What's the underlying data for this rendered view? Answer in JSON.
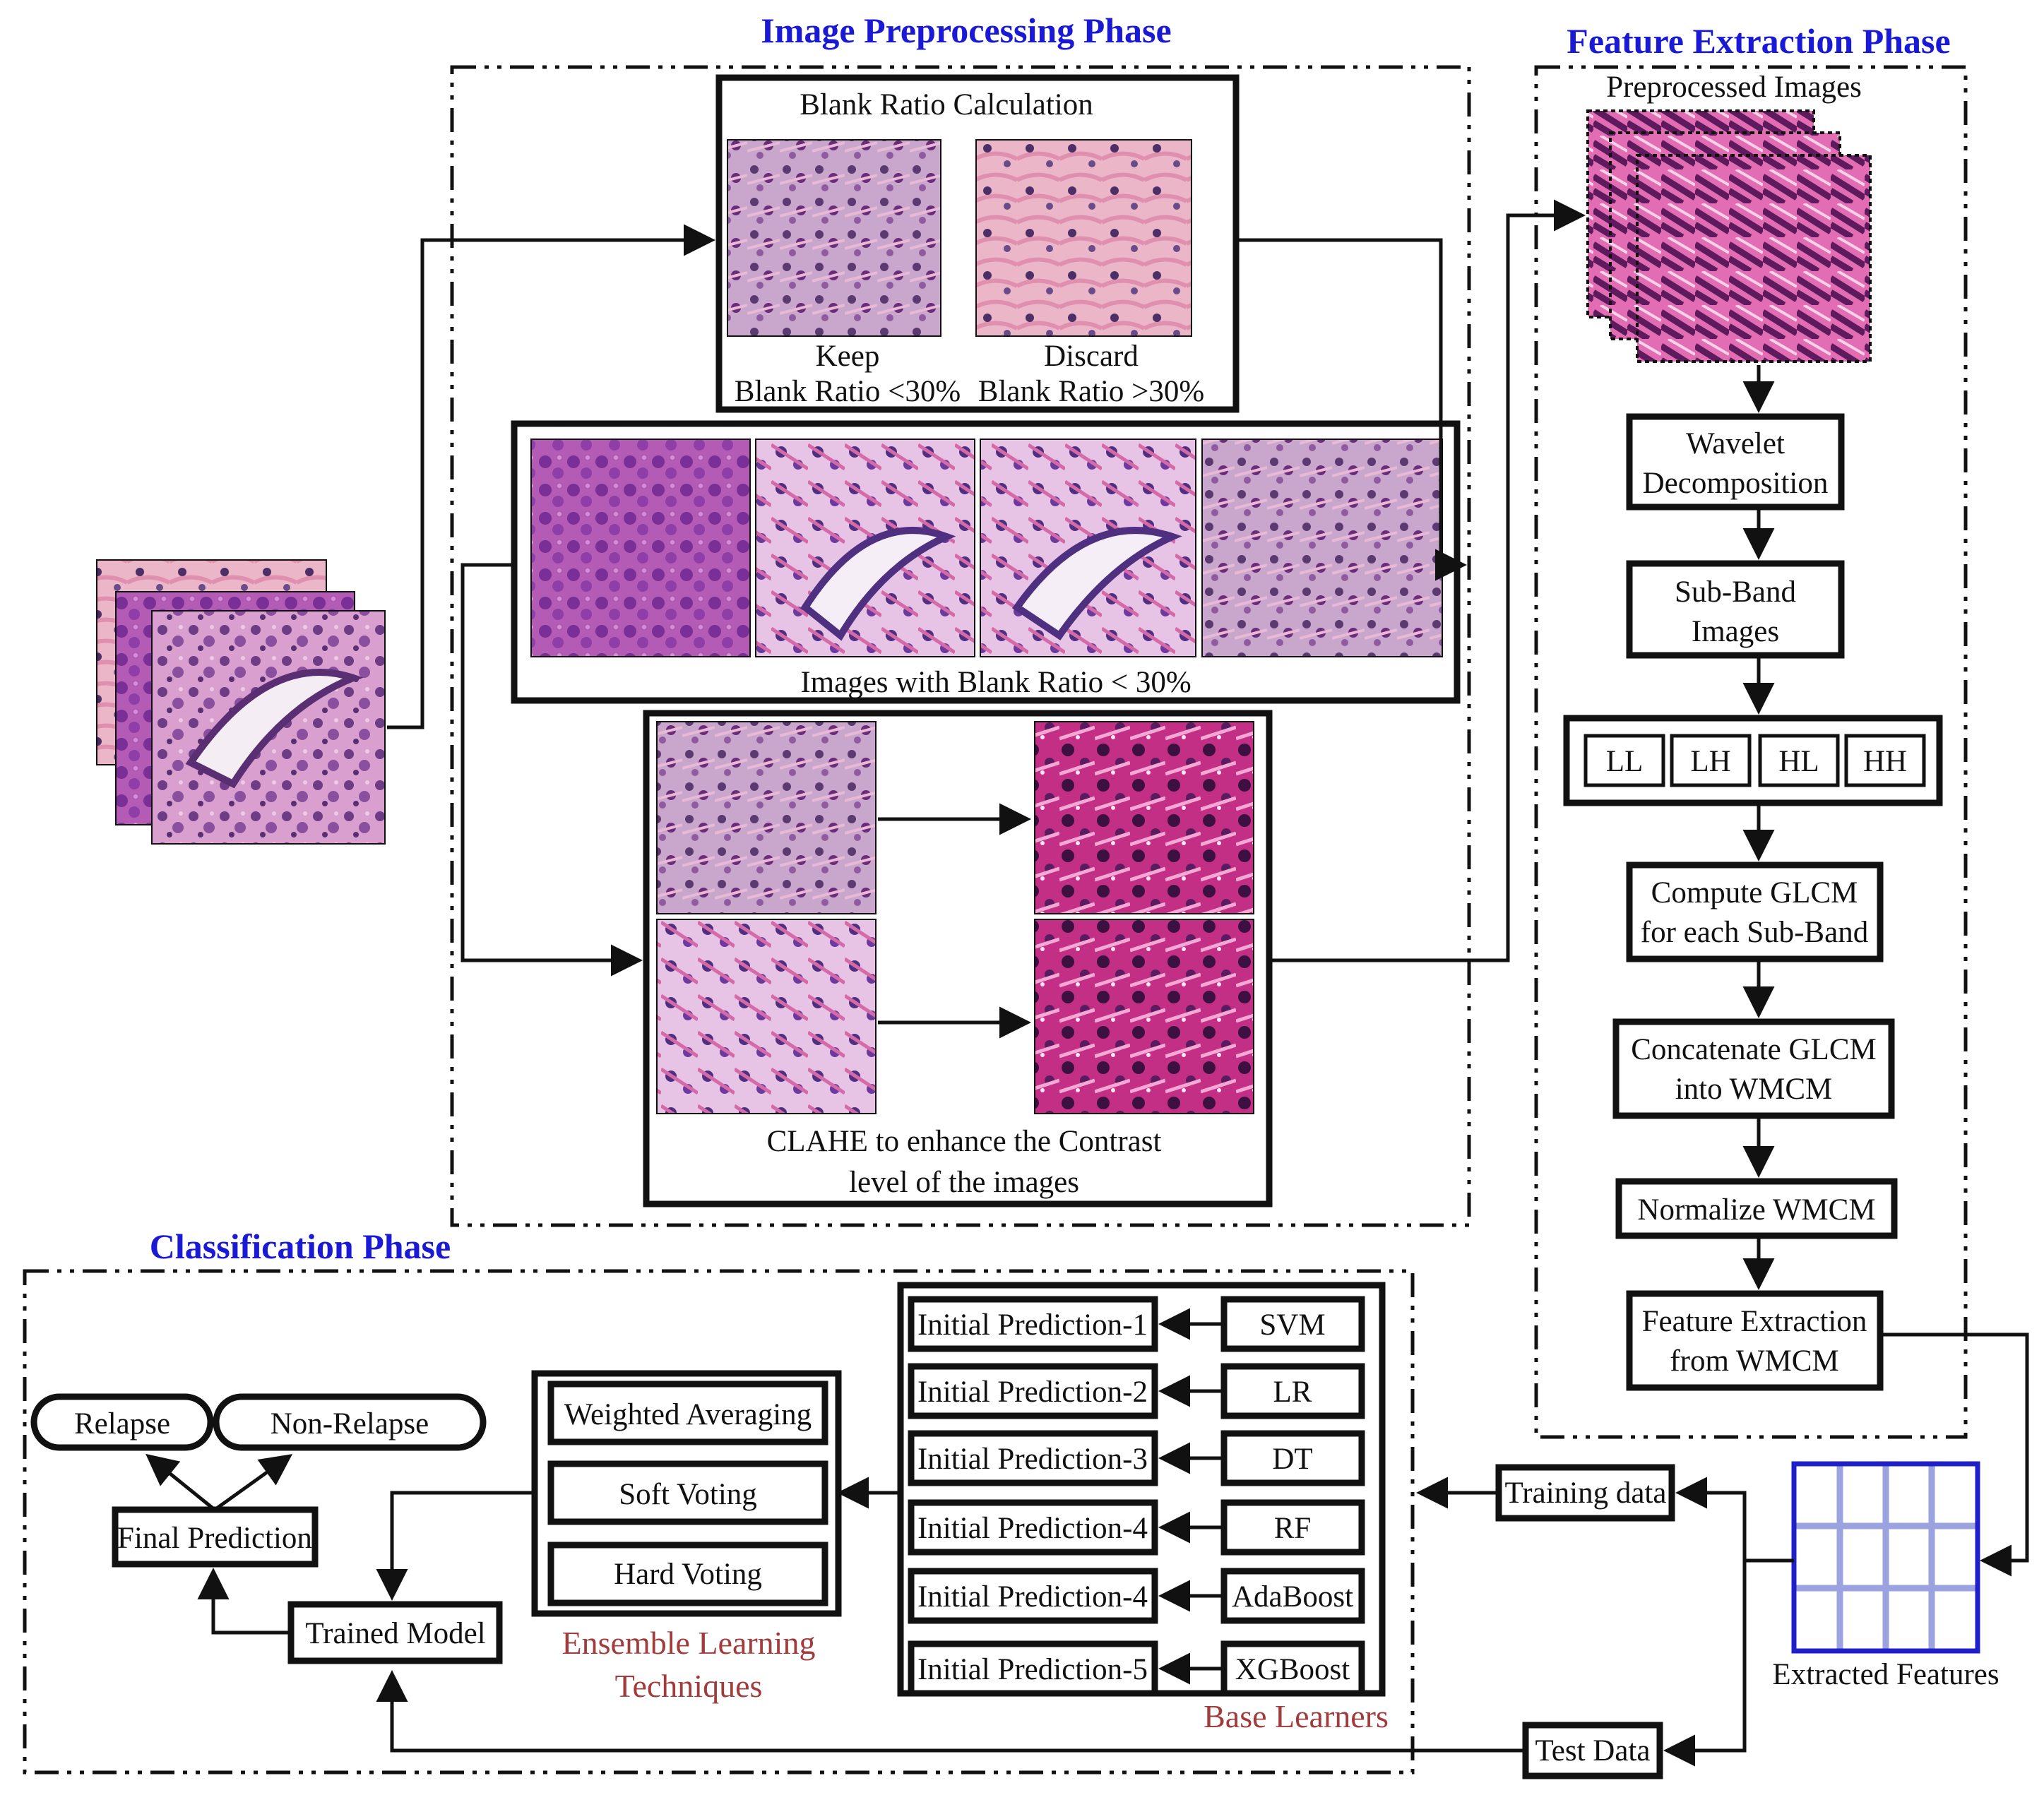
{
  "phases": {
    "preprocessing": "Image Preprocessing Phase",
    "feature_extraction": "Feature Extraction Phase",
    "classification": "Classification Phase"
  },
  "blank_ratio": {
    "title": "Blank Ratio Calculation",
    "keep": "Keep",
    "keep_rule": "Blank Ratio <30%",
    "discard": "Discard",
    "discard_rule": "Blank Ratio >30%"
  },
  "filtered_caption": "Images with Blank Ratio < 30%",
  "clahe_caption": [
    "CLAHE to enhance the Contrast",
    "level of the images"
  ],
  "feature_steps": {
    "preprocessed": "Preprocessed Images",
    "wavelet": [
      "Wavelet",
      "Decomposition"
    ],
    "subband": [
      "Sub-Band",
      "Images"
    ],
    "bands": [
      "LL",
      "LH",
      "HL",
      "HH"
    ],
    "glcm": [
      "Compute GLCM",
      "for each Sub-Band"
    ],
    "concat": [
      "Concatenate GLCM",
      "into WMCM"
    ],
    "normalize": "Normalize WMCM",
    "extract": [
      "Feature Extraction",
      "from WMCM"
    ],
    "extracted": "Extracted Features"
  },
  "classification": {
    "training": "Training data",
    "test": "Test Data",
    "base_learners_label": "Base Learners",
    "learners": [
      "SVM",
      "LR",
      "DT",
      "RF",
      "AdaBoost",
      "XGBoost"
    ],
    "predictions": [
      "Initial Prediction-1",
      "Initial Prediction-2",
      "Initial Prediction-3",
      "Initial Prediction-4",
      "Initial Prediction-4",
      "Initial Prediction-5"
    ],
    "ensemble_methods": [
      "Weighted Averaging",
      "Soft Voting",
      "Hard Voting"
    ],
    "ensemble_label": [
      "Ensemble Learning",
      "Techniques"
    ],
    "trained_model": "Trained Model",
    "final_prediction": "Final Prediction",
    "outcomes": [
      "Relapse",
      "Non-Relapse"
    ]
  },
  "colors": {
    "phase_title": "#1a1ad6",
    "caption_red": "#a23b3b",
    "feature_grid": "#2020c8",
    "tissue_pink": "#d88bc6",
    "tissue_purple": "#7a3a98"
  }
}
